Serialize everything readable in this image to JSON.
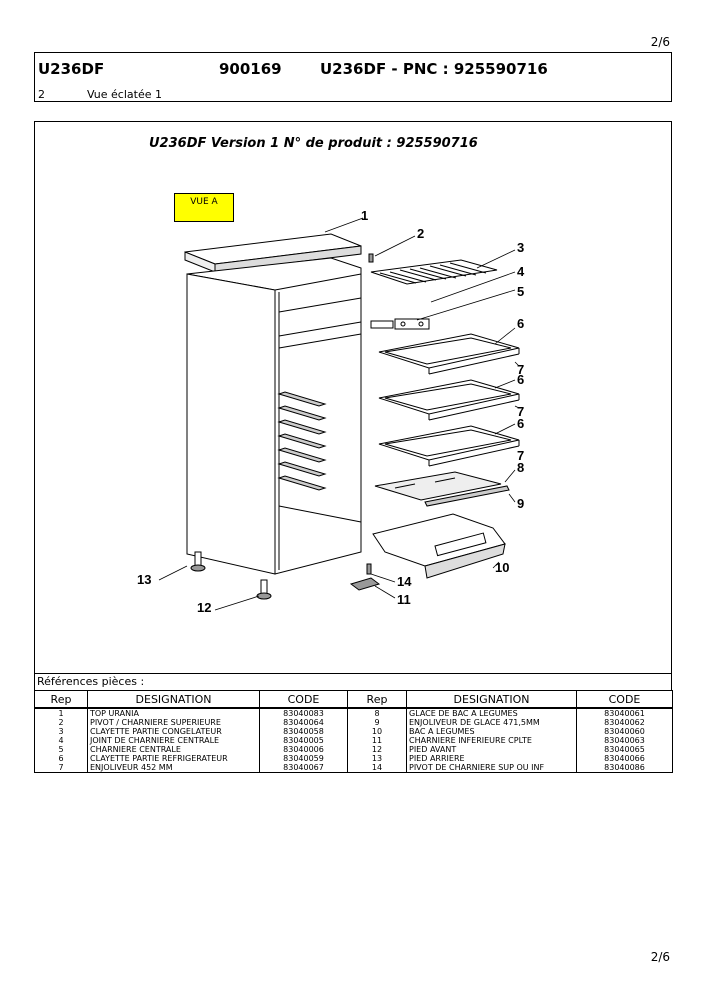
{
  "page_number": "2/6",
  "header": {
    "model": "U236DF",
    "code": "900169",
    "pnc": "U236DF - PNC :  925590716",
    "section_number": "2",
    "section_title": "Vue éclatée 1"
  },
  "figure": {
    "title": "U236DF Version 1 N° de produit : 925590716",
    "vue_label": "VUE A",
    "callouts": [
      "1",
      "2",
      "3",
      "4",
      "5",
      "6",
      "7",
      "6",
      "7",
      "6",
      "7",
      "8",
      "9",
      "10",
      "11",
      "12",
      "13",
      "14"
    ]
  },
  "parts": {
    "title": "Références pièces  :",
    "headers": [
      "Rep",
      "DESIGNATION",
      "CODE",
      "Rep",
      "DESIGNATION",
      "CODE"
    ],
    "rows": [
      [
        "1",
        "TOP URANIA",
        "83040083",
        "8",
        "GLACE DE BAC A LEGUMES",
        "83040061"
      ],
      [
        "2",
        "PIVOT / CHARNIERE SUPERIEURE",
        "83040064",
        "9",
        "ENJOLIVEUR DE GLACE 471,5MM",
        "83040062"
      ],
      [
        "3",
        "CLAYETTE PARTIE CONGELATEUR",
        "83040058",
        "10",
        "BAC A LEGUMES",
        "83040060"
      ],
      [
        "4",
        "JOINT DE CHARNIERE CENTRALE",
        "83040005",
        "11",
        "CHARNIERE INFERIEURE CPLTE",
        "83040063"
      ],
      [
        "5",
        "CHARNIERE CENTRALE",
        "83040006",
        "12",
        "PIED AVANT",
        "83040065"
      ],
      [
        "6",
        "CLAYETTE PARTIE REFRIGERATEUR",
        "83040059",
        "13",
        "PIED ARRIERE",
        "83040066"
      ],
      [
        "7",
        "ENJOLIVEUR 452 MM",
        "83040067",
        "14",
        "PIVOT DE CHARNIERE SUP OU INF",
        "83040086"
      ]
    ]
  }
}
